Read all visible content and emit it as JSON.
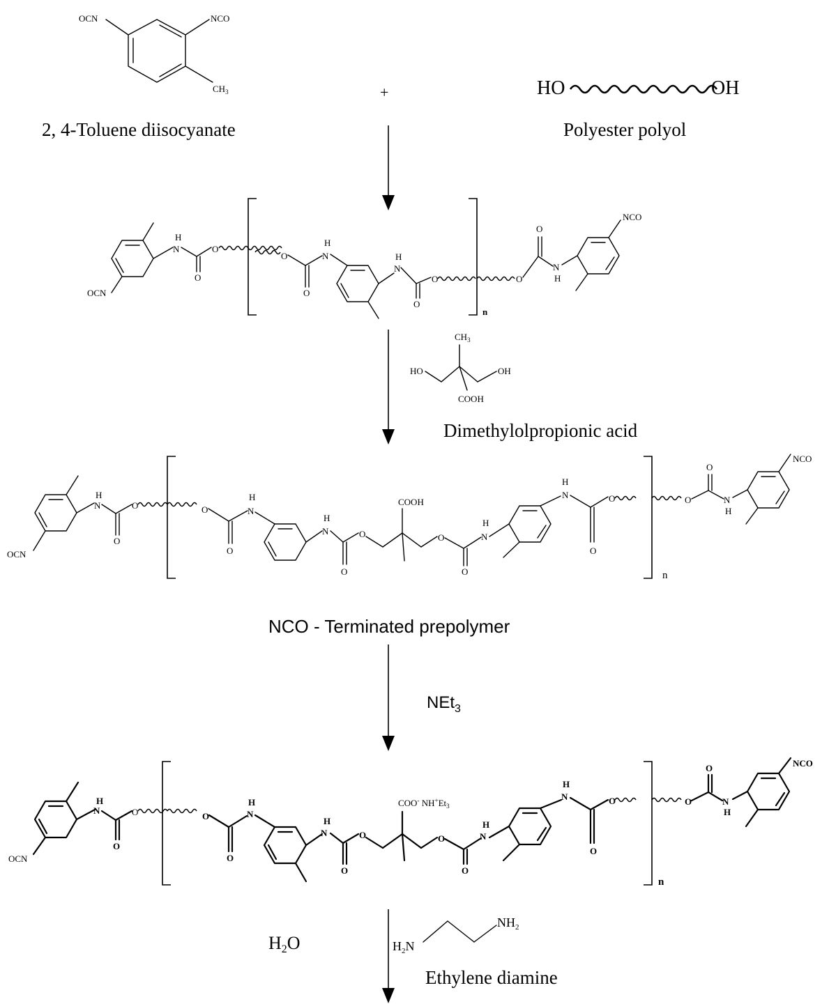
{
  "reactants": {
    "tdi_name": "2, 4-Toluene diisocyanate",
    "plus": "+",
    "polyol_name": "Polyester polyol",
    "polyol_ho": "HO",
    "polyol_oh": "OH",
    "tdi_ocn": "OCN",
    "tdi_nco": "NCO",
    "tdi_ch3": "CH",
    "tdi_ch3_sub": "3"
  },
  "step1": {
    "ocn": "OCN",
    "nco": "NCO",
    "h": "H",
    "n": "N",
    "o": "O",
    "repeat": "n"
  },
  "step2": {
    "reagent_name": "Dimethylolpropionic acid",
    "ho": "HO",
    "oh": "OH",
    "ch3": "CH",
    "ch3_sub": "3",
    "cooh": "COOH"
  },
  "prepolymer": {
    "name": "NCO - Terminated prepolymer",
    "ocn": "OCN",
    "nco": "NCO",
    "cooh": "COOH",
    "h": "H",
    "n": "N",
    "o": "O",
    "repeat": "n"
  },
  "step3": {
    "reagent": "NEt",
    "reagent_sub": "3"
  },
  "neutralized": {
    "ocn": "OCN",
    "nco": "NCO",
    "coo_salt": "COO",
    "coo_sup": "-",
    "salt_nh": "NH",
    "salt_sup": "+",
    "salt_et": "Et",
    "salt_sub": "3",
    "h": "H",
    "n": "N",
    "o": "O",
    "repeat": "n"
  },
  "step4": {
    "water_h": "H",
    "water_sub": "2",
    "water_o": "O",
    "eda_name": "Ethylene diamine",
    "h2n_h": "H",
    "h2n_sub": "2",
    "h2n_n": "N",
    "nh2_nh": "NH",
    "nh2_sub": "2"
  }
}
